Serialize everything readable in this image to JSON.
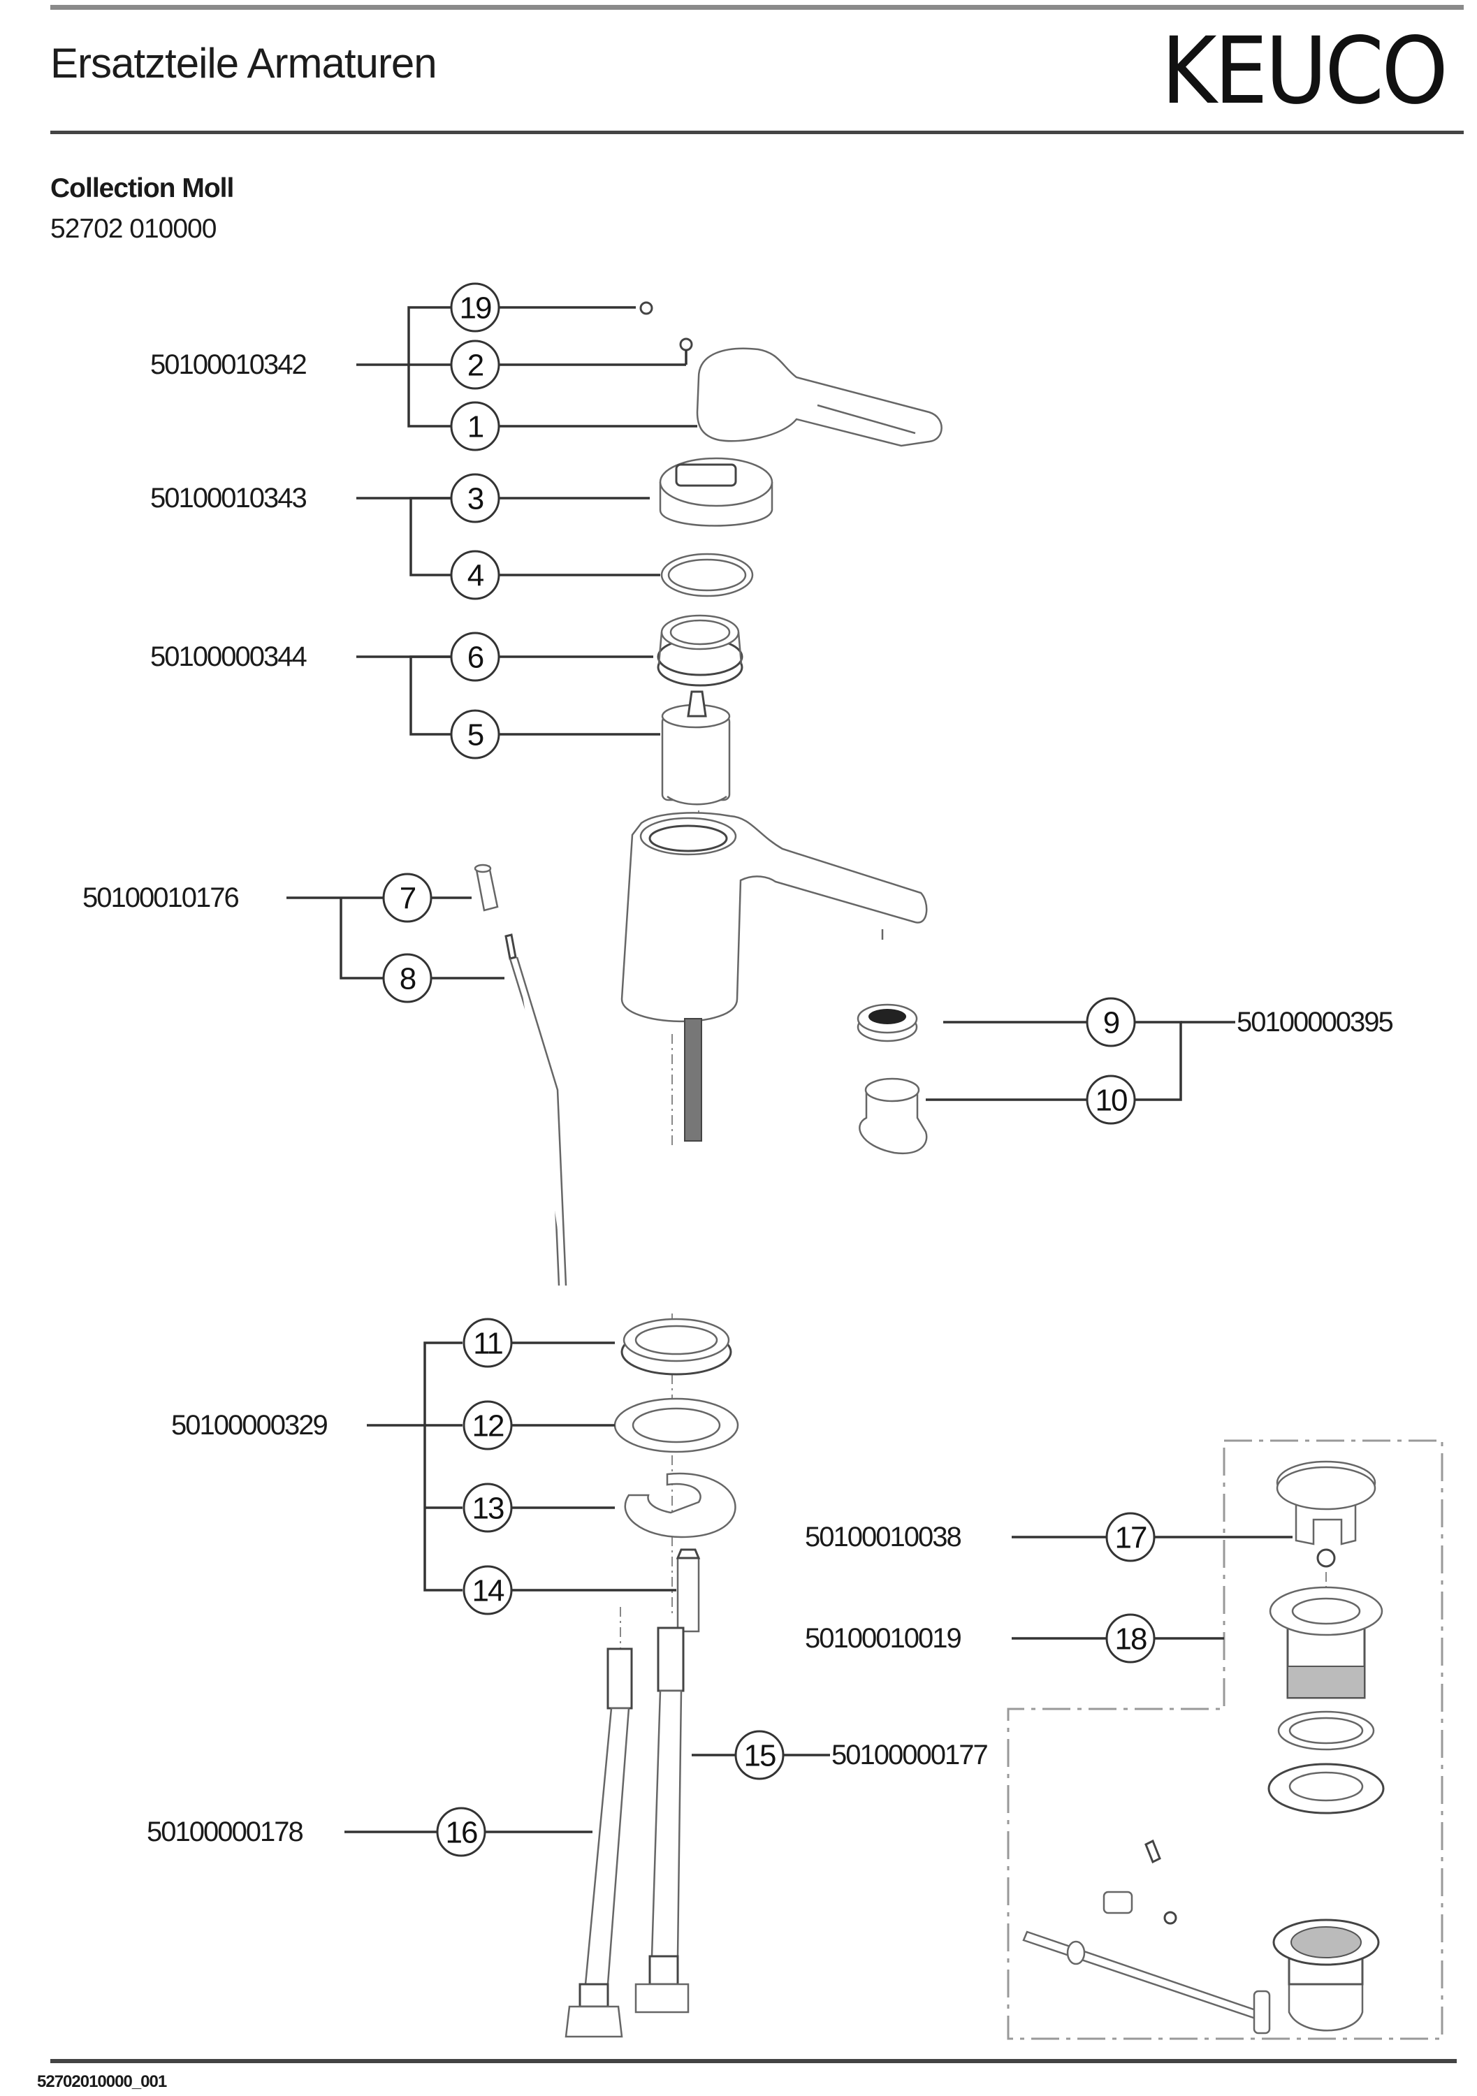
{
  "header": {
    "title": "Ersatzteile Armaturen",
    "brand": "KEUCO"
  },
  "product": {
    "collection": "Collection Moll",
    "article_number": "52702 010000"
  },
  "footer": {
    "drawing_code": "52702010000_001"
  },
  "parts_groups": [
    {
      "part_number": "50100010342",
      "items": [
        "19",
        "2",
        "1"
      ]
    },
    {
      "part_number": "50100010343",
      "items": [
        "3",
        "4"
      ]
    },
    {
      "part_number": "50100000344",
      "items": [
        "6",
        "5"
      ]
    },
    {
      "part_number": "50100010176",
      "items": [
        "7",
        "8"
      ]
    },
    {
      "part_number": "50100000395",
      "items": [
        "9",
        "10"
      ]
    },
    {
      "part_number": "50100000329",
      "items": [
        "11",
        "12",
        "13",
        "14"
      ]
    },
    {
      "part_number": "50100010038",
      "items": [
        "17"
      ]
    },
    {
      "part_number": "50100010019",
      "items": [
        "18"
      ]
    },
    {
      "part_number": "50100000177",
      "items": [
        "15"
      ]
    },
    {
      "part_number": "50100000178",
      "items": [
        "16"
      ]
    }
  ]
}
